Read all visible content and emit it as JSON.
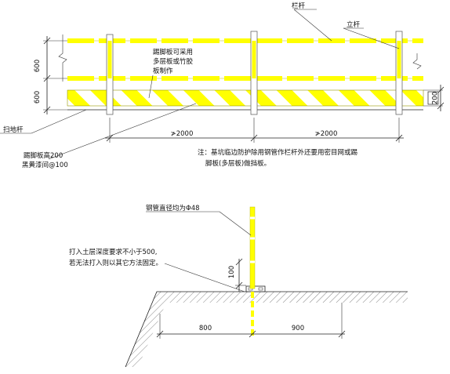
{
  "elevation": {
    "labels": {
      "top_rail": "栏杆",
      "post": "立杆",
      "toe_board_material_1": "踢脚板可采用",
      "toe_board_material_2": "多层板或竹胶",
      "toe_board_material_3": "板制作",
      "sweep_rod": "扫地杆",
      "toe_board_height": "踢脚板高200",
      "stripe_direction": "黑黄漆间@100"
    },
    "dimensions": {
      "upper_rail_spacing": "600",
      "lower_rail_spacing": "600",
      "toe_board_height": "200",
      "post_spacing_1": "≯2000",
      "post_spacing_2": "≯2000"
    },
    "note": {
      "line1": "注：基坑临边防护除用钢管作栏杆外还要用密目网或踢",
      "line2": "脚板(多层板)做挡板。"
    }
  },
  "section": {
    "labels": {
      "pipe_diameter": "钢管直径均为Φ48",
      "embed_note_1": "打入土层深度要求不小于500,",
      "embed_note_2": "若无法打入则以其它方法固定。"
    },
    "dimensions": {
      "curb_height": "100",
      "setback": "800",
      "outer_width": "900"
    }
  },
  "colors": {
    "rail_yellow": "#ffff00",
    "line_black": "#222222",
    "background": "#ffffff"
  }
}
